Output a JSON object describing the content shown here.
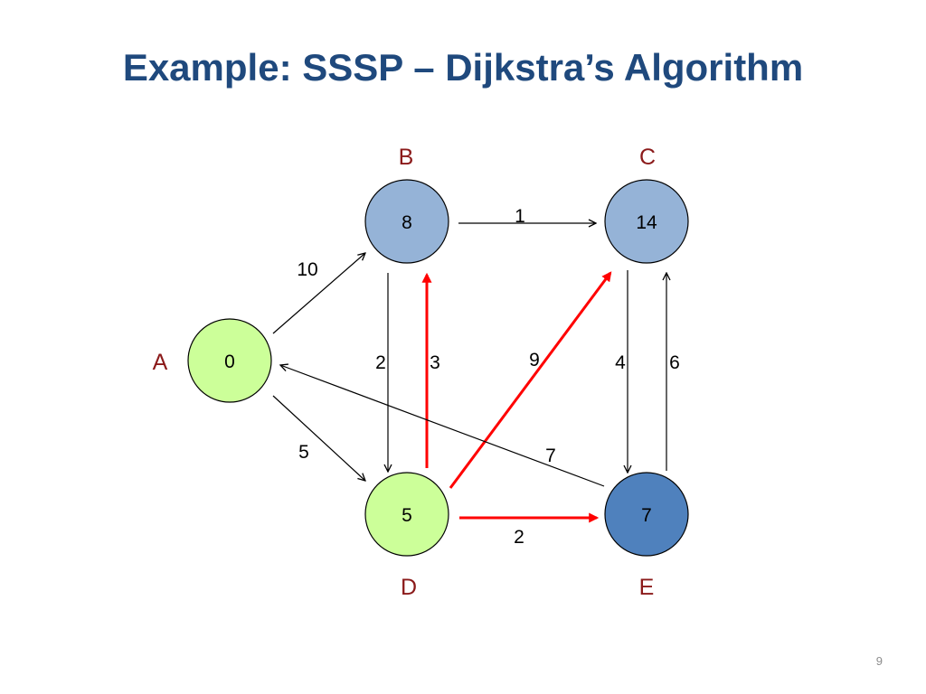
{
  "slide": {
    "title": "Example: SSSP – Dijkstra’s Algorithm",
    "page_number": "9"
  },
  "colors": {
    "title": "#1f497d",
    "node_name": "#8b1a1a",
    "node_stroke": "#000000",
    "visited_fill": "#ccff99",
    "tentative_fill": "#95b3d7",
    "current_fill": "#4f81bd",
    "edge": "#000000",
    "highlight_edge": "#ff0000"
  },
  "graph": {
    "nodes": [
      {
        "id": "A",
        "name": "A",
        "value": "0",
        "state": "visited"
      },
      {
        "id": "B",
        "name": "B",
        "value": "8",
        "state": "tentative"
      },
      {
        "id": "C",
        "name": "C",
        "value": "14",
        "state": "tentative"
      },
      {
        "id": "D",
        "name": "D",
        "value": "5",
        "state": "visited"
      },
      {
        "id": "E",
        "name": "E",
        "value": "7",
        "state": "current"
      }
    ],
    "edges": [
      {
        "id": "A-B",
        "from": "A",
        "to": "B",
        "weight": "10",
        "highlighted": false
      },
      {
        "id": "A-D",
        "from": "A",
        "to": "D",
        "weight": "5",
        "highlighted": false
      },
      {
        "id": "B-C",
        "from": "B",
        "to": "C",
        "weight": "1",
        "highlighted": false
      },
      {
        "id": "B-D",
        "from": "B",
        "to": "D",
        "weight": "2",
        "highlighted": false
      },
      {
        "id": "D-B",
        "from": "D",
        "to": "B",
        "weight": "3",
        "highlighted": true
      },
      {
        "id": "D-C",
        "from": "D",
        "to": "C",
        "weight": "9",
        "highlighted": true
      },
      {
        "id": "C-E",
        "from": "C",
        "to": "E",
        "weight": "4",
        "highlighted": false
      },
      {
        "id": "E-C",
        "from": "E",
        "to": "C",
        "weight": "6",
        "highlighted": false
      },
      {
        "id": "E-A",
        "from": "E",
        "to": "A",
        "weight": "7",
        "highlighted": false
      },
      {
        "id": "D-E",
        "from": "D",
        "to": "E",
        "weight": "2",
        "highlighted": true
      }
    ]
  }
}
